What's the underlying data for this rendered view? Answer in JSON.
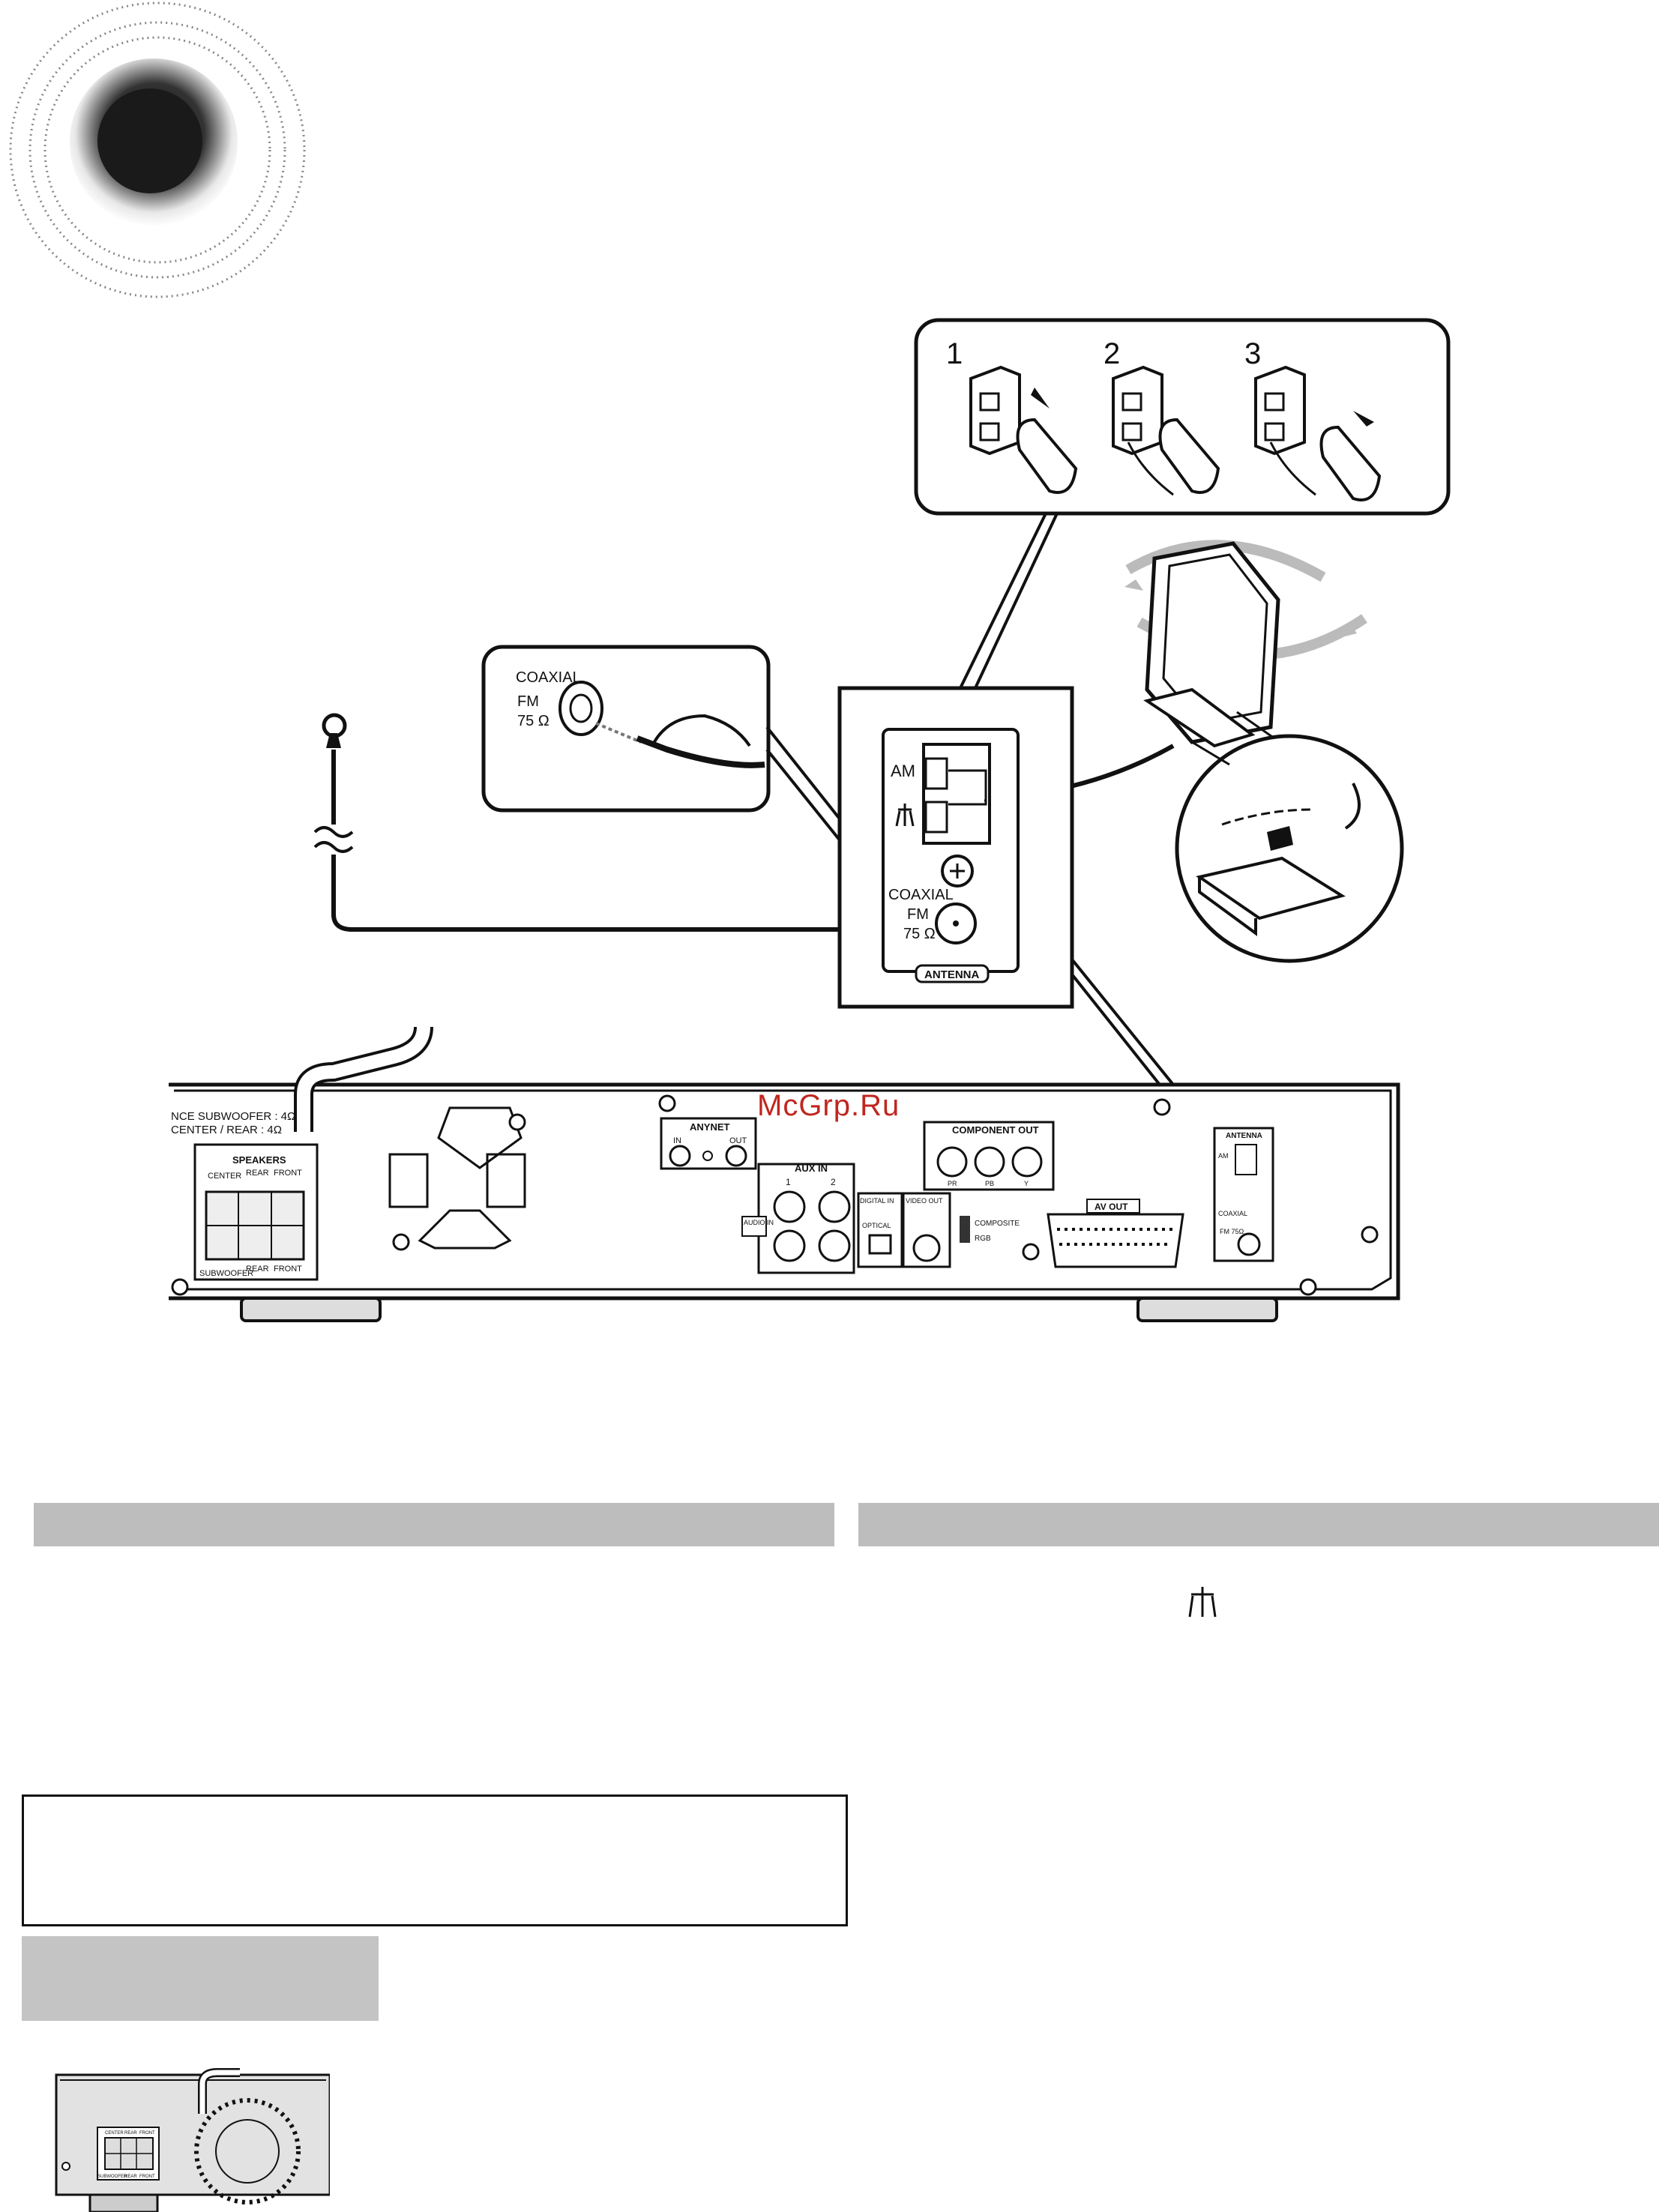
{
  "watermark": "McGrp.Ru",
  "steps": [
    "1",
    "2",
    "3"
  ],
  "coaxial_callout": {
    "label_coaxial": "COAXIAL",
    "label_fm": "FM",
    "label_ohm": "75 Ω"
  },
  "antenna_panel": {
    "label_am": "AM",
    "label_ground": "ground-symbol",
    "label_coaxial": "COAXIAL",
    "label_fm": "FM",
    "label_ohm": "75 Ω",
    "label_antenna": "ANTENNA"
  },
  "rear_panel": {
    "impedance_line1": "NCE SUBWOOFER : 4Ω",
    "impedance_line2": "CENTER / REAR : 4Ω",
    "speakers_title": "SPEAKERS",
    "speakers_top": [
      "CENTER",
      "REAR",
      "FRONT"
    ],
    "speakers_bottom": [
      "SUBWOOFER",
      "REAR",
      "FRONT"
    ],
    "anynet_title": "ANYNET",
    "anynet_in": "IN",
    "anynet_out": "OUT",
    "aux_in_title": "AUX IN",
    "aux_1": "1",
    "aux_2": "2",
    "audio_in": "AUDIO IN",
    "digital_in": "DIGITAL IN",
    "optical": "OPTICAL",
    "video_out": "VIDEO OUT",
    "composite": "COMPOSITE",
    "rgb": "RGB",
    "component_out_title": "COMPONENT OUT",
    "component_jacks": [
      "PR",
      "PB",
      "Y"
    ],
    "av_out_title": "AV OUT",
    "antenna_title": "ANTENNA",
    "antenna_am": "AM",
    "antenna_coaxial": "COAXIAL",
    "antenna_fm": "FM 75Ω"
  },
  "thumbnail": {
    "speakers_top": [
      "CENTER",
      "REAR",
      "FRONT"
    ],
    "speakers_bottom": [
      "SUBWOOFER",
      "REAR",
      "FRONT"
    ]
  },
  "ground_icon": "ground-symbol-icon",
  "colors": {
    "section_bar": "#bdbdbd",
    "grey_box": "#c4c4c4",
    "watermark": "#c0261f"
  }
}
